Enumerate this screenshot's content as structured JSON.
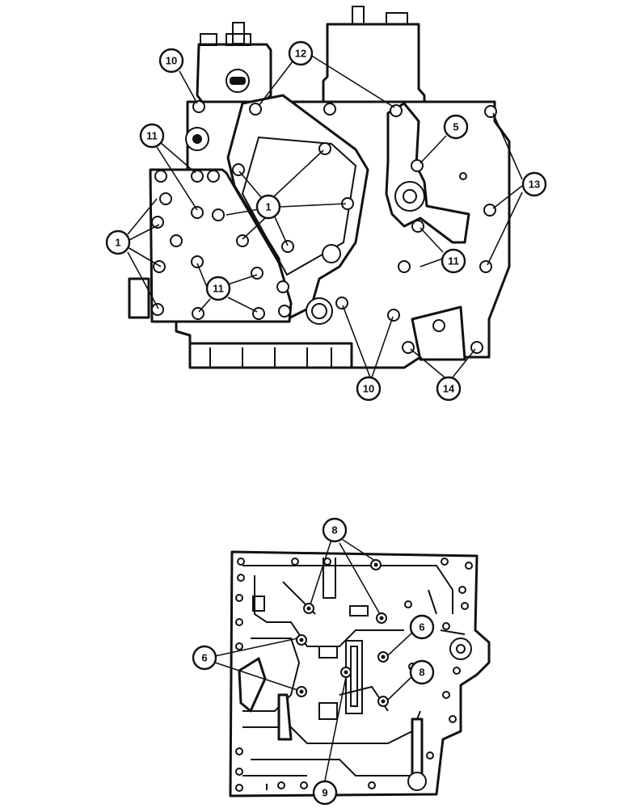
{
  "figure": {
    "upper_view": {
      "callouts": [
        {
          "id": "c10a",
          "label": "10"
        },
        {
          "id": "c12",
          "label": "12"
        },
        {
          "id": "c5",
          "label": "5"
        },
        {
          "id": "c11a",
          "label": "11"
        },
        {
          "id": "c13",
          "label": "13"
        },
        {
          "id": "c1a",
          "label": "1"
        },
        {
          "id": "c1b",
          "label": "1"
        },
        {
          "id": "c11b",
          "label": "11"
        },
        {
          "id": "c11c",
          "label": "11"
        },
        {
          "id": "c10b",
          "label": "10"
        },
        {
          "id": "c14",
          "label": "14"
        }
      ]
    },
    "lower_view": {
      "callouts": [
        {
          "id": "c8a",
          "label": "8"
        },
        {
          "id": "c6a",
          "label": "6"
        },
        {
          "id": "c6b",
          "label": "6"
        },
        {
          "id": "c8b",
          "label": "8"
        },
        {
          "id": "c9",
          "label": "9"
        }
      ]
    }
  }
}
